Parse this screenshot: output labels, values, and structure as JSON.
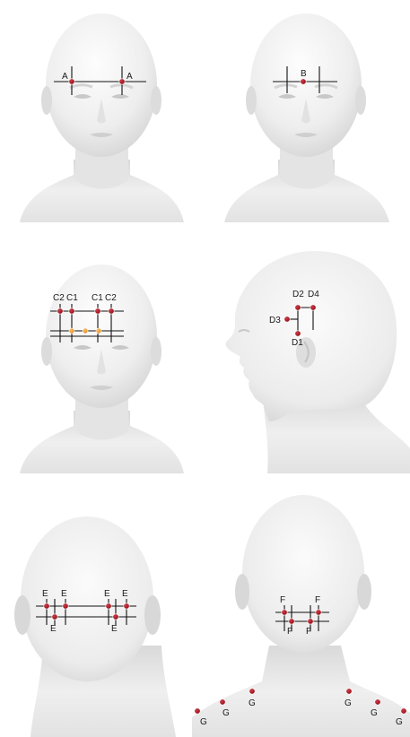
{
  "colors": {
    "point": "#a3121f",
    "point_secondary": "#ee9a2e",
    "skin_light": "#f7f7f7",
    "skin_dark": "#cfcfcf"
  },
  "panels": {
    "front_a": {
      "labels": [
        "A",
        "A"
      ]
    },
    "front_b": {
      "labels": [
        "B"
      ]
    },
    "front_c": {
      "labels": [
        "C2",
        "C1",
        "C1",
        "C2"
      ]
    },
    "side_d": {
      "labels": [
        "D2",
        "D4",
        "D3",
        "D1"
      ]
    },
    "back_e": {
      "labels": [
        "E",
        "E",
        "E",
        "E",
        "E",
        "E"
      ]
    },
    "back_f": {
      "labels": [
        "F",
        "F",
        "F",
        "F"
      ],
      "labels_g": [
        "G",
        "G",
        "G",
        "G",
        "G",
        "G"
      ]
    }
  }
}
